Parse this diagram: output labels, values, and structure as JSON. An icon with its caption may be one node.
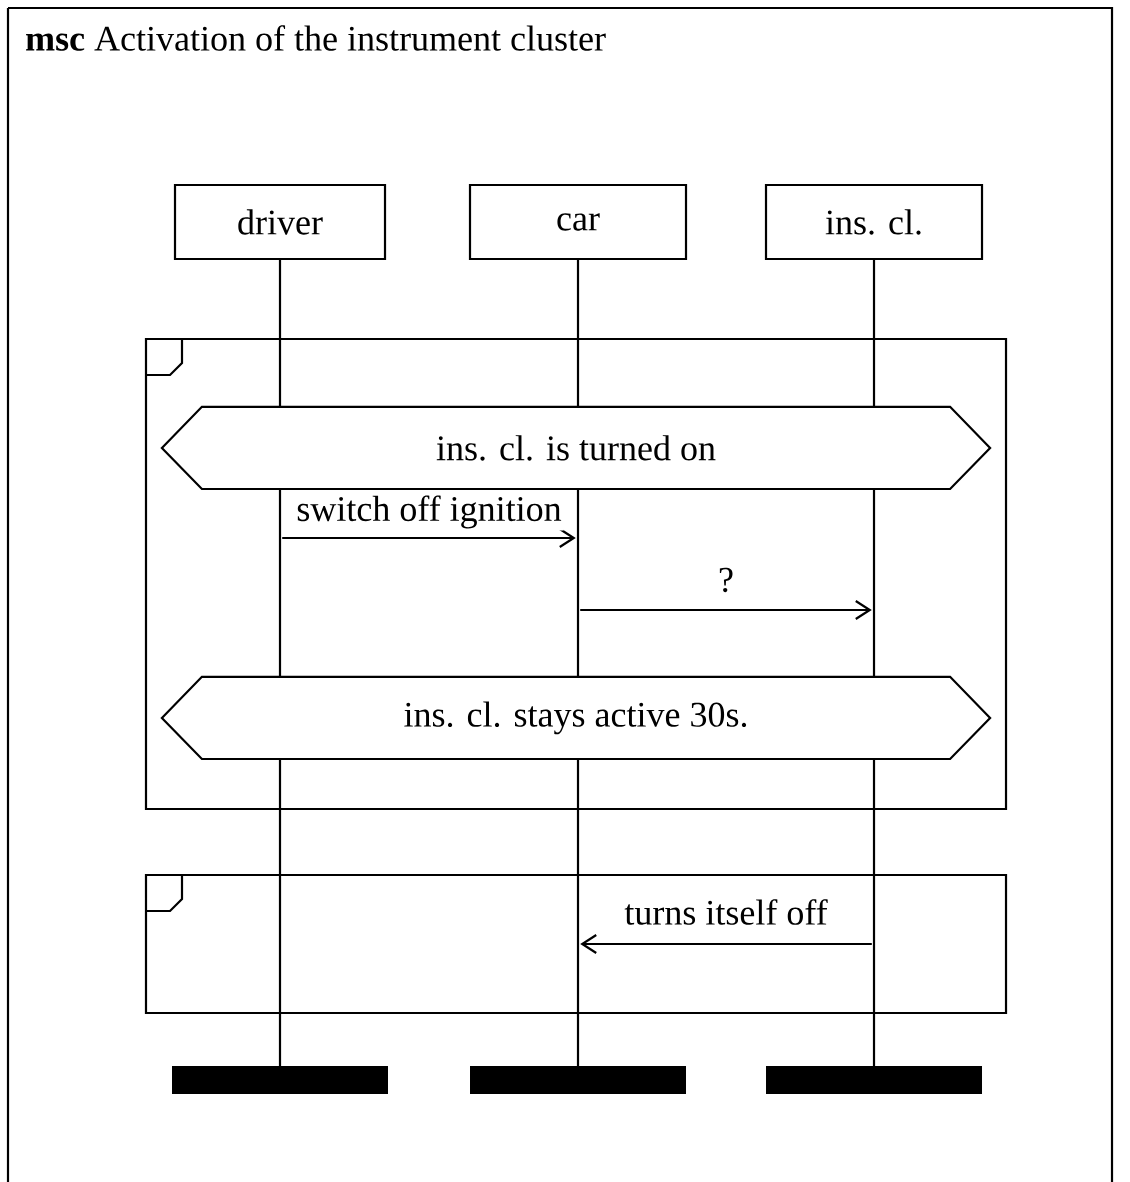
{
  "diagram": {
    "title": "**msc** Activation of the instrument cluster",
    "nodes": [
      {
        "text": [
          "driver"
        ]
      },
      {
        "text": [
          "car"
        ]
      },
      {
        "text": [
          "ins. cl."
        ]
      },
      {
        "text": [],
        "shape": "line"
      },
      {
        "text": [],
        "shape": "line"
      },
      {
        "text": [],
        "shape": "line"
      },
      {
        "text": [],
        "shape": "box"
      },
      {
        "text": [
          "ins. cl. is turned on"
        ],
        "in": 6
      },
      {
        "text": [
          "ins. cl. stays active 30s."
        ],
        "in": 6
      },
      {
        "text": [],
        "shape": "bar"
      },
      {
        "text": [],
        "shape": "bar"
      },
      {
        "text": [],
        "shape": "bar"
      }
    ],
    "edges": [
      {
        "from": 3,
        "to": 4,
        "arrow": "to",
        "label": "switch off ignition"
      },
      {
        "from": 4,
        "to": 5,
        "arrow": "to",
        "label": "?"
      },
      {
        "from": 5,
        "to": 4,
        "arrow": "to",
        "label": "turns itself off"
      }
    ]
  }
}
